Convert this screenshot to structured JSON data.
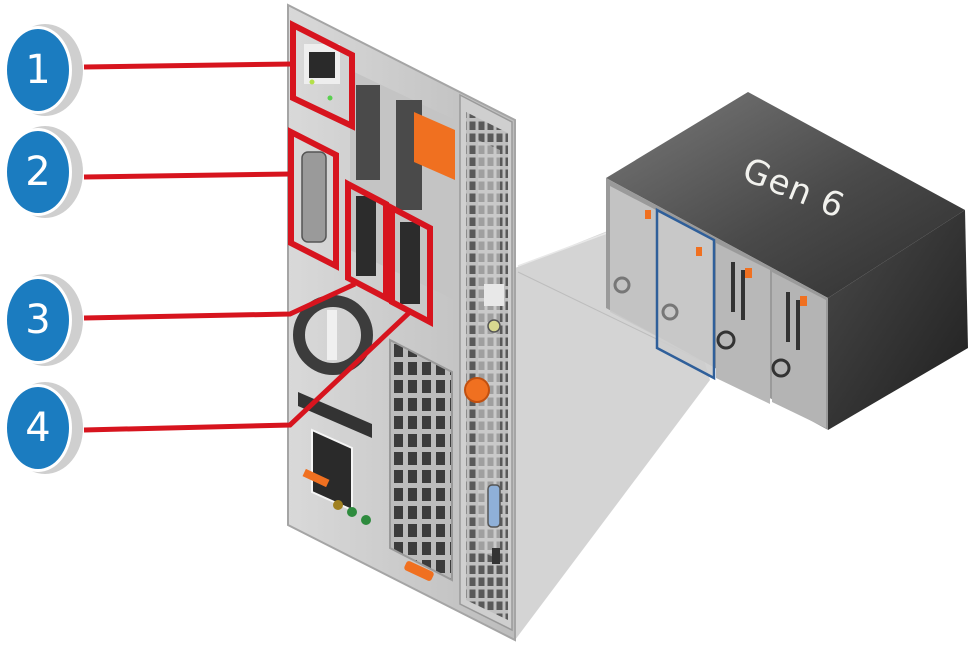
{
  "diagram": {
    "title": "",
    "enclosure_label": "Gen 6",
    "callouts": [
      {
        "number": "1",
        "target": "rj45-ethernet-port"
      },
      {
        "number": "2",
        "target": "serial-db9-port"
      },
      {
        "number": "3",
        "target": "backend-port-1"
      },
      {
        "number": "4",
        "target": "backend-port-2"
      }
    ],
    "colors": {
      "callout_fill": "#1b7cc0",
      "callout_rim": "#cfcfcf",
      "highlight_red": "#d7141e",
      "chassis_dark": "#3a3a3a",
      "chassis_light": "#6a6a6a",
      "panel_grey": "#c9c9c9",
      "accent_orange": "#f07020",
      "selection_blue": "#2f5f9a",
      "projection_grey": "#d4d4d4"
    }
  }
}
